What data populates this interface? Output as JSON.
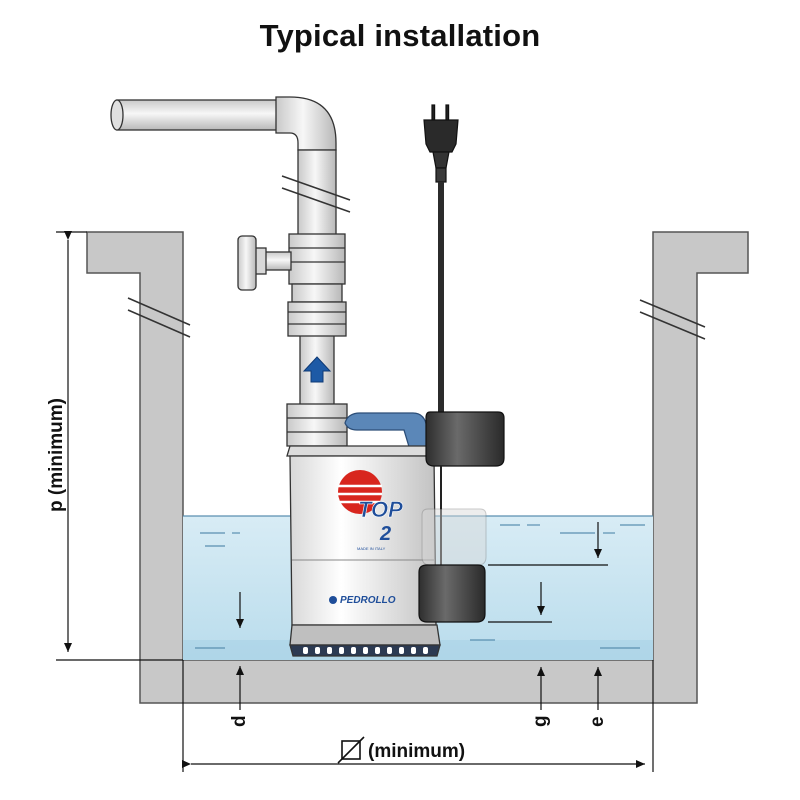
{
  "title": "Typical installation",
  "labels": {
    "p": "p (minimum)",
    "d": "d",
    "g": "g",
    "e": "e",
    "width": "(minimum)",
    "width_symbol": "diameter-square-symbol"
  },
  "pump": {
    "brand_logo": "TOP",
    "model_number": "2",
    "manufacturer": "PEDROLLO",
    "subtext": "MADE IN ITALY"
  },
  "colors": {
    "wall": "#c8c8c8",
    "water": "#c9e3ef",
    "water_dark": "#a9d2e6",
    "outline": "#222222",
    "pipe": "#e6e6e6",
    "flow_arrow": "#1d5aa6",
    "logo_red": "#d8261e",
    "logo_blue": "#1f4e9a",
    "handle_blue": "#5b87b8",
    "float": "#4a4a4a"
  },
  "icons": [
    "flow-arrow-icon",
    "power-plug-icon",
    "float-switch-icon",
    "valve-handle-icon"
  ]
}
